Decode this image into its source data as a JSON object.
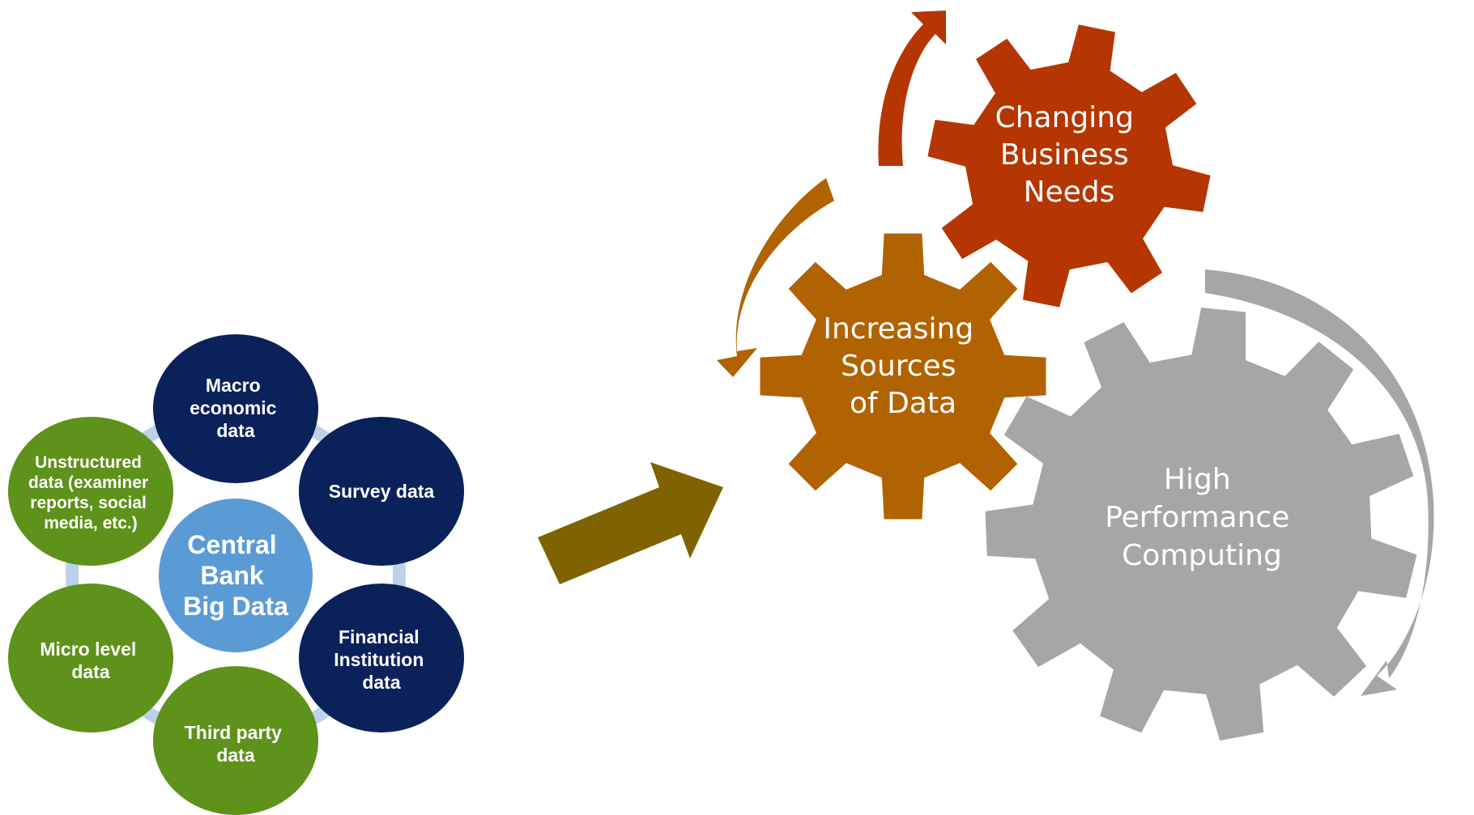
{
  "colors": {
    "navy": "#0a215a",
    "green": "#5e921a",
    "center_blue": "#5b9bd5",
    "ring_light_blue": "#bcd2ea",
    "big_arrow": "#7f6300",
    "gear_red": "#b53600",
    "gear_orange": "#b06300",
    "gear_gray": "#a6a6a6",
    "text_white": "#ffffff"
  },
  "cluster": {
    "center": {
      "lines": [
        "Central",
        "Bank",
        "Big Data"
      ]
    },
    "satellites": [
      {
        "id": "macro",
        "color": "navy",
        "lines": [
          "Macro",
          "economic",
          "data"
        ]
      },
      {
        "id": "survey",
        "color": "navy",
        "lines": [
          "Survey data"
        ]
      },
      {
        "id": "financial",
        "color": "navy",
        "lines": [
          "Financial",
          "Institution",
          "data"
        ]
      },
      {
        "id": "third-party",
        "color": "green",
        "lines": [
          "Third party",
          "data"
        ]
      },
      {
        "id": "micro",
        "color": "green",
        "lines": [
          "Micro level",
          "data"
        ]
      },
      {
        "id": "unstructured",
        "color": "green",
        "lines": [
          "Unstructured",
          "data (examiner",
          "reports, social",
          "media, etc.)"
        ]
      }
    ]
  },
  "gears": [
    {
      "id": "changing-business-needs",
      "color": "gear_red",
      "lines": [
        "Changing",
        "Business",
        "Needs"
      ]
    },
    {
      "id": "increasing-sources-of-data",
      "color": "gear_orange",
      "lines": [
        "Increasing",
        "Sources",
        "of Data"
      ]
    },
    {
      "id": "high-performance-computing",
      "color": "gear_gray",
      "lines": [
        "High",
        "Performance",
        "Computing"
      ]
    }
  ]
}
